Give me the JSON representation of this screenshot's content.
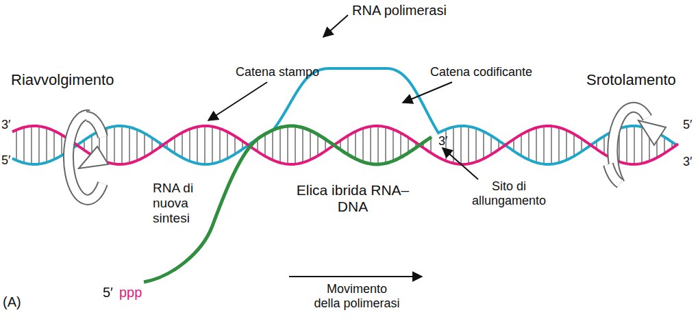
{
  "diagram": {
    "nodes": [
      {
        "text": [
          "RNA di nuova sintesi",
          "Elica ibrida RNA–DNA"
        ]
      }
    ],
    "labels": [
      "RNA polimerasi",
      "Riavvolgimento",
      "Catena stampo",
      "Catena codificante",
      "Srotolamento",
      "3′",
      "5′",
      "5′",
      "3′",
      "3′",
      "Sito di allungamento",
      "5′",
      "ppp",
      "Movimento della polimerasi",
      "(A)"
    ]
  }
}
